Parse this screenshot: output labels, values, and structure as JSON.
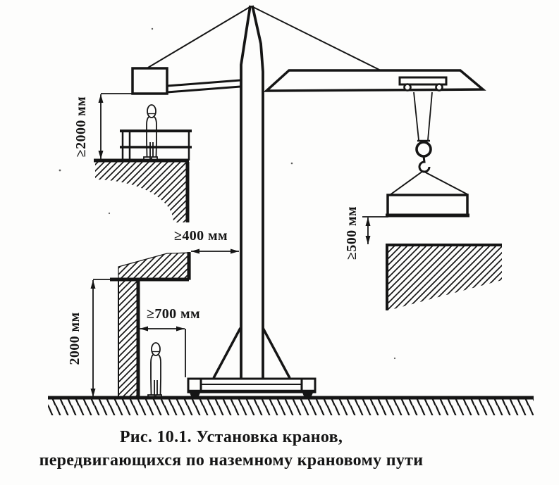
{
  "figure": {
    "caption": {
      "line1": "Рис. 10.1. Установка кранов,",
      "line2": "передвигающихся по наземному крановому пути"
    },
    "dimensions": {
      "clearance_above_platform": "≥2000 мм",
      "clearance_crane_to_building": "≥400 мм",
      "clearance_passage_to_base": "≥700 мм",
      "wall_height": "2000 мм",
      "clearance_under_load": "≥500 мм"
    },
    "colors": {
      "ink": "#151515",
      "paper": "#fdfdfc"
    }
  }
}
